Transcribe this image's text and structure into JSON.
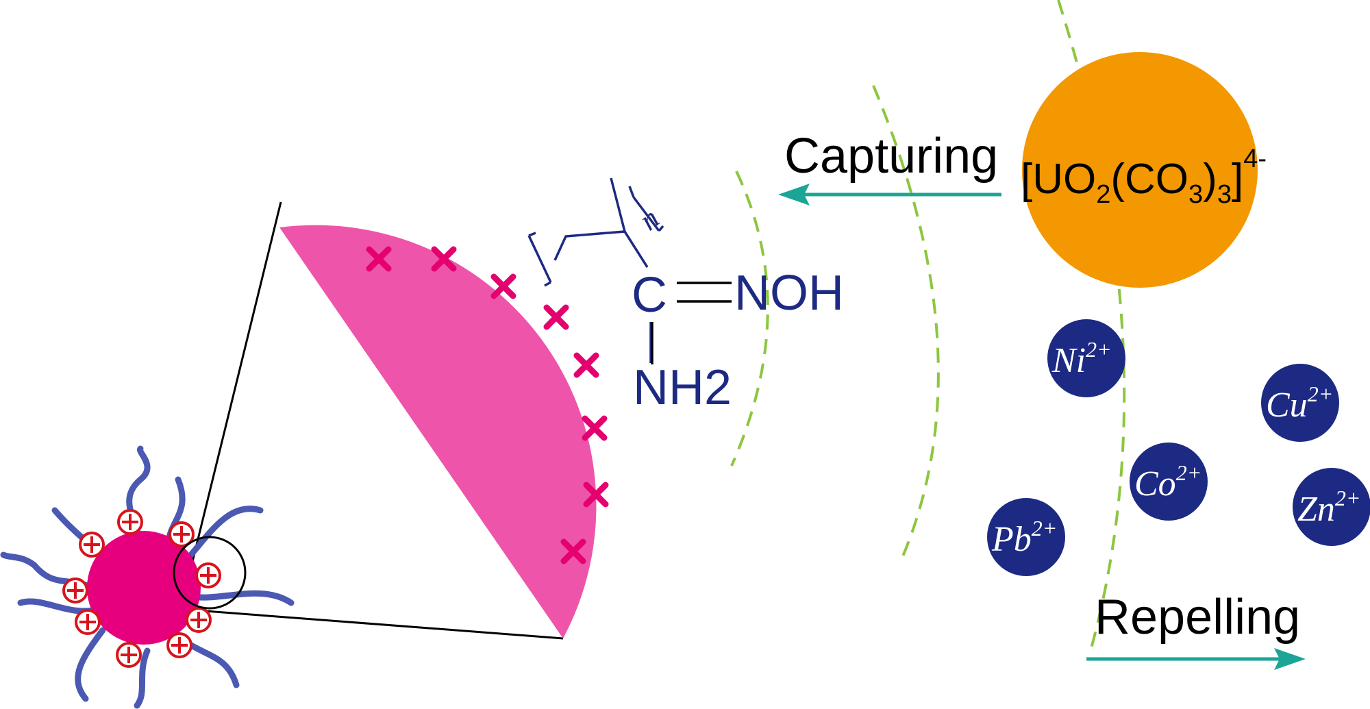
{
  "labels": {
    "capturing": "Capturing",
    "repelling": "Repelling"
  },
  "uranyl": {
    "open_bracket": "[",
    "u": "UO",
    "sub1": "2",
    "co_open": "(CO",
    "sub2": "3",
    "close_paren": ")",
    "sub3": "3",
    "close_bracket": "]",
    "charge": "4-"
  },
  "amidoxime": {
    "carbon": "C",
    "noh": "NOH",
    "nh2": "NH2",
    "repeat": "n"
  },
  "ions": [
    {
      "sym": "Ni",
      "charge": "2+"
    },
    {
      "sym": "Cu",
      "charge": "2+"
    },
    {
      "sym": "Co",
      "charge": "2+"
    },
    {
      "sym": "Zn",
      "charge": "2+"
    },
    {
      "sym": "Pb",
      "charge": "2+"
    }
  ],
  "colors": {
    "nanoparticle": "#e6007e",
    "zoom_wedge": "#ee55aa",
    "cross_marks": "#e4006f",
    "uranyl_sphere": "#f39800",
    "metal_ion": "#1d2a83",
    "chain": "#4b59b3",
    "charge_symbol": "#d7141b",
    "arrow": "#1aa596",
    "dashed_wave": "#8dc63f",
    "chemistry_text": "#1d2a83"
  },
  "icons": [
    "plus-circle-icon",
    "cross-mark-icon"
  ]
}
